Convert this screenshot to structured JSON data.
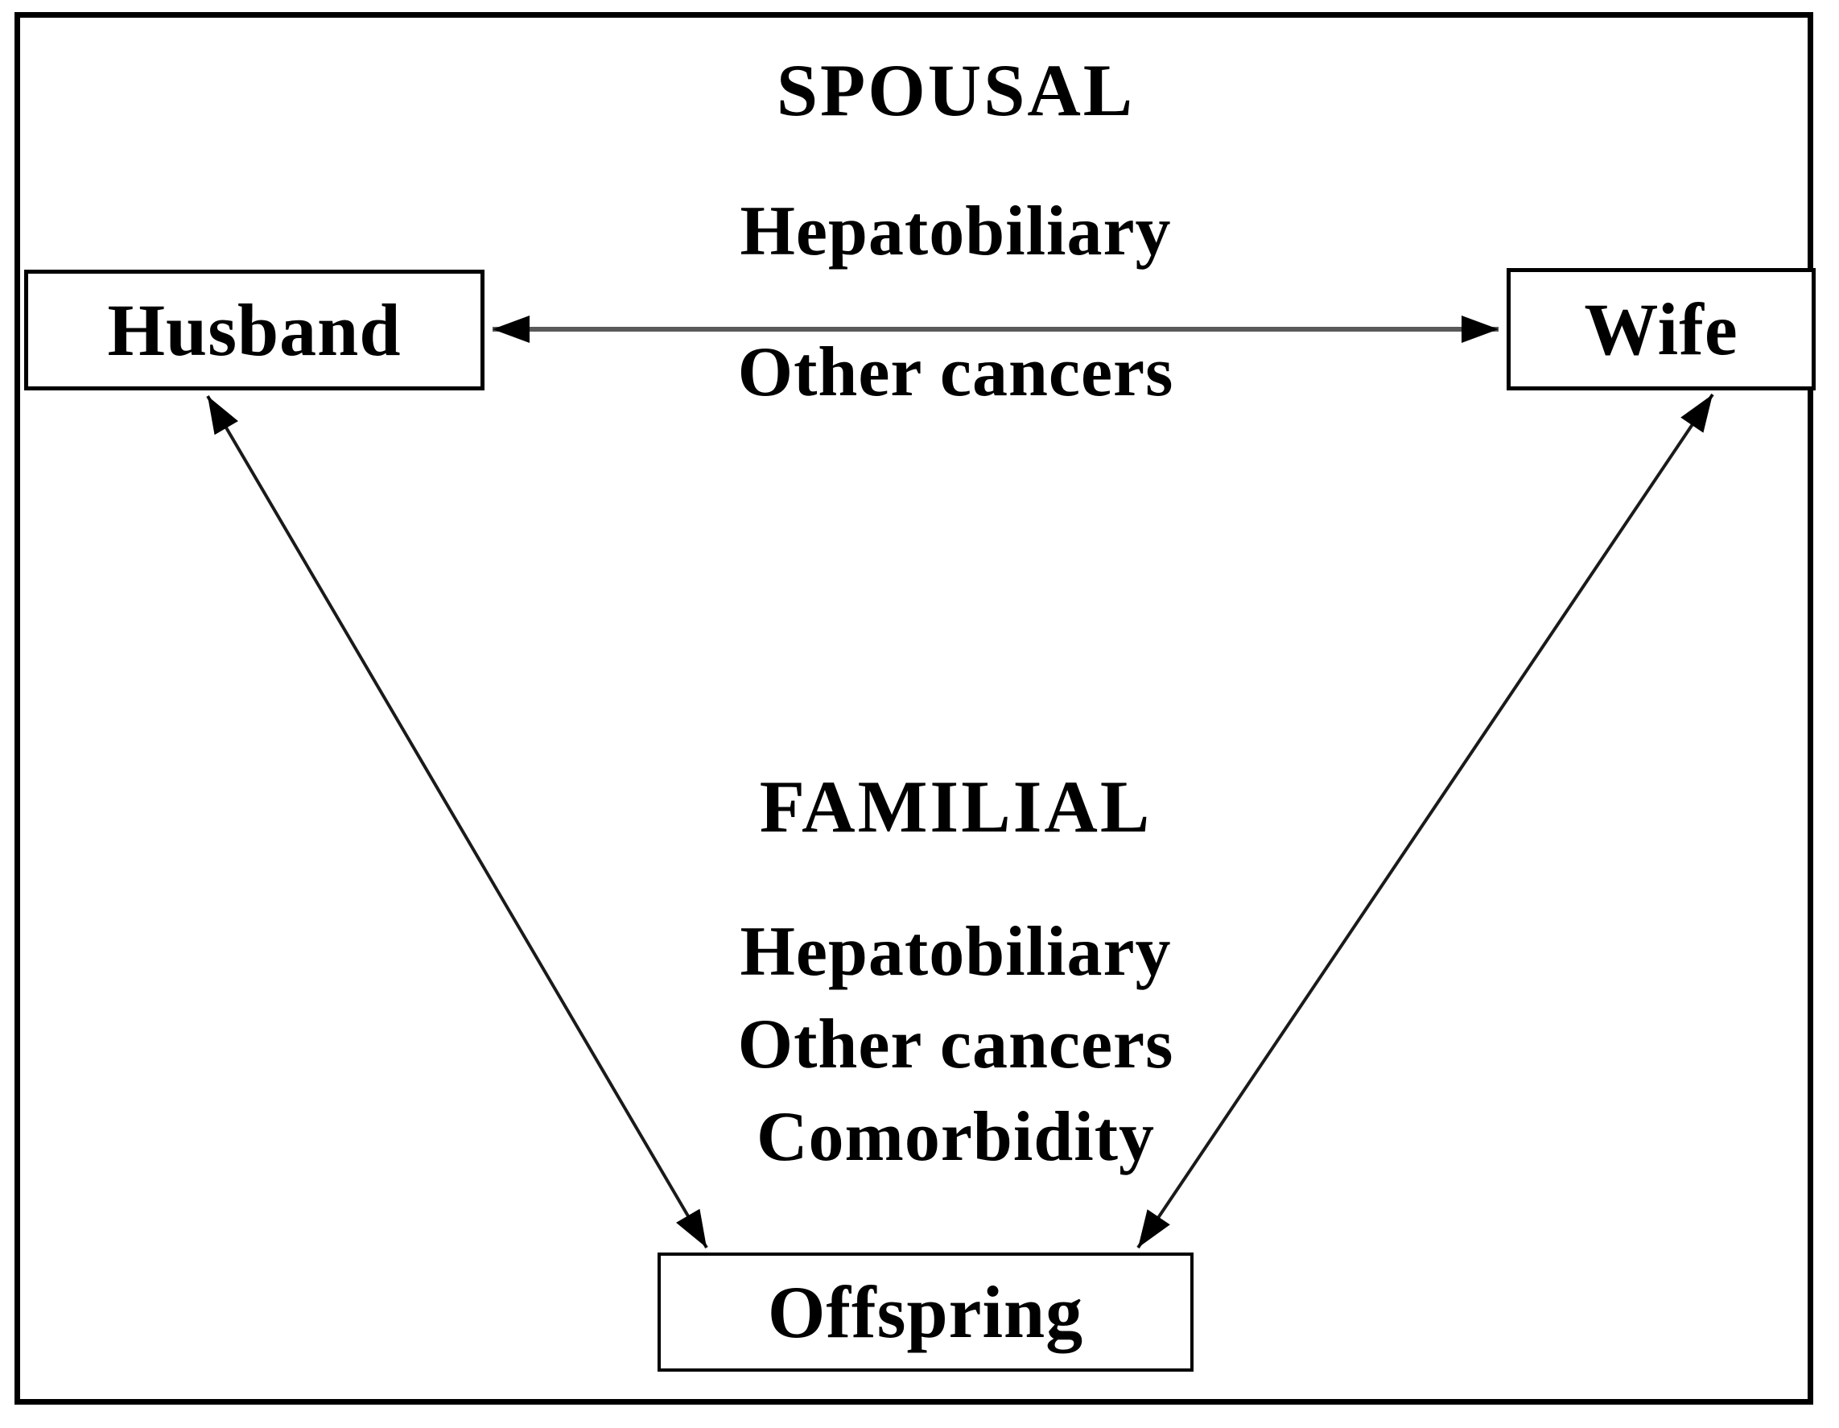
{
  "diagram": {
    "title_context": "Spousal and familial cancer aggregation diagram",
    "nodes": {
      "husband": "Husband",
      "wife": "Wife",
      "offspring": "Offspring"
    },
    "spousal": {
      "header": "SPOUSAL",
      "effects": [
        "Hepatobiliary",
        "Other cancers"
      ]
    },
    "familial": {
      "header": "FAMILIAL",
      "effects": [
        "Hepatobiliary",
        "Other cancers",
        "Comorbidity"
      ]
    },
    "colors": {
      "ink": "#000000",
      "spousal_arrow_shaft": "#5a5a5a",
      "familial_arrow_shaft": "#1a1a1a",
      "background": "#ffffff"
    }
  }
}
